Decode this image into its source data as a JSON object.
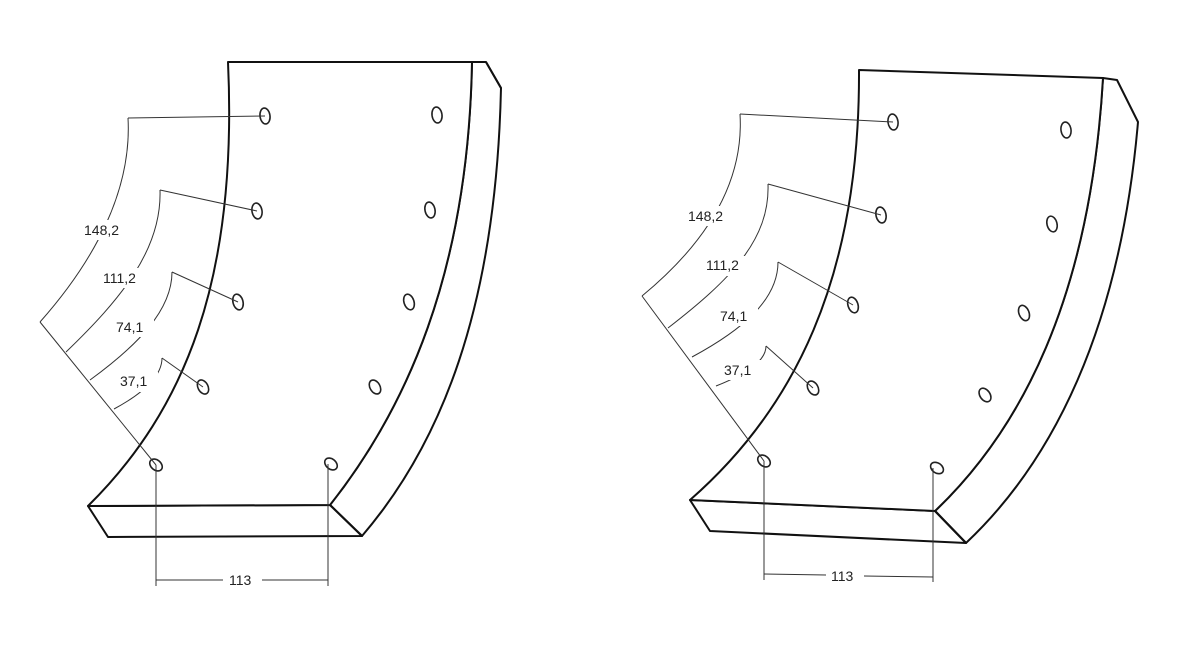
{
  "views": [
    {
      "id": "left",
      "labels": {
        "d1": "148,2",
        "d2": "111,2",
        "d3": "74,1",
        "d4": "37,1",
        "d5": "113"
      }
    },
    {
      "id": "right",
      "labels": {
        "d1": "148,2",
        "d2": "111,2",
        "d3": "74,1",
        "d4": "37,1",
        "d5": "113"
      }
    }
  ]
}
